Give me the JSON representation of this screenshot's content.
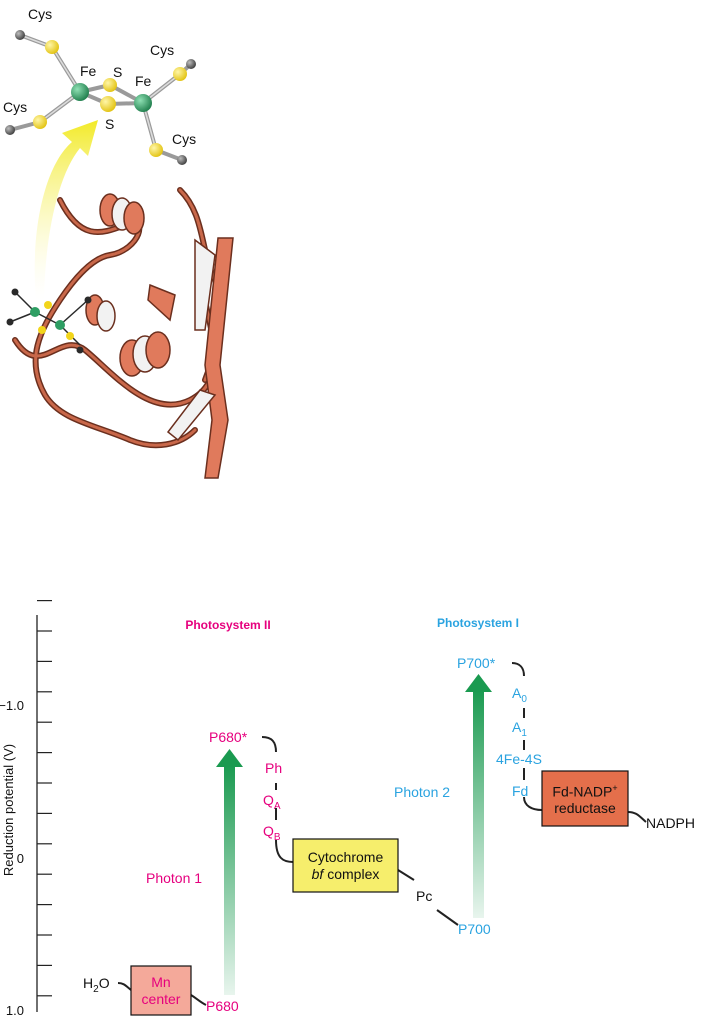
{
  "colors": {
    "ps2": "#e6007e",
    "ps1": "#2aa3e0",
    "ribbon": "#e07a5c",
    "ribbon_edge": "#6b2f1e",
    "sulfur": "#f2d51b",
    "iron": "#2e9e63",
    "carbon": "#4a4a4a",
    "photon_arrow": "#1a9a50",
    "highlight_arrow": "#f2ea28",
    "cyt_box": "#f6ee6c",
    "fd_box": "#e46f4b",
    "mn_box": "#f4a99a"
  },
  "structure": {
    "cys_labels": [
      "Cys",
      "Cys",
      "Cys",
      "Cys"
    ],
    "fe_labels": [
      "Fe",
      "Fe"
    ],
    "s_labels": [
      "S",
      "S"
    ]
  },
  "chart_data": {
    "type": "diagram",
    "y_axis": {
      "label": "Reduction potential (V)",
      "range": [
        1.0,
        -1.7
      ],
      "tick_labels": [
        "−1.0",
        "0",
        "1.0"
      ],
      "tick_values": [
        -1.0,
        0,
        1.0
      ],
      "minor_tick_step": 0.2
    },
    "photosystem2": {
      "title": "Photosystem II",
      "photon": "Photon 1",
      "ground": "P680",
      "excited": "P680*",
      "carriers": [
        "Ph",
        "QA",
        "QB"
      ],
      "donor_box": {
        "line1": "Mn",
        "line2": "center"
      },
      "water": "H2O"
    },
    "cytochrome": {
      "line1": "Cytochrome",
      "line2_em": "bf",
      "line2_rest": " complex"
    },
    "plastocyanin": "Pc",
    "photosystem1": {
      "title": "Photosystem I",
      "photon": "Photon 2",
      "ground": "P700",
      "excited": "P700*",
      "carriers": [
        "A0",
        "A1",
        "4Fe-4S",
        "Fd"
      ]
    },
    "reductase": {
      "line1": "Fd-NADP",
      "line1_sup": "+",
      "line2": "reductase"
    },
    "product": "NADPH"
  }
}
